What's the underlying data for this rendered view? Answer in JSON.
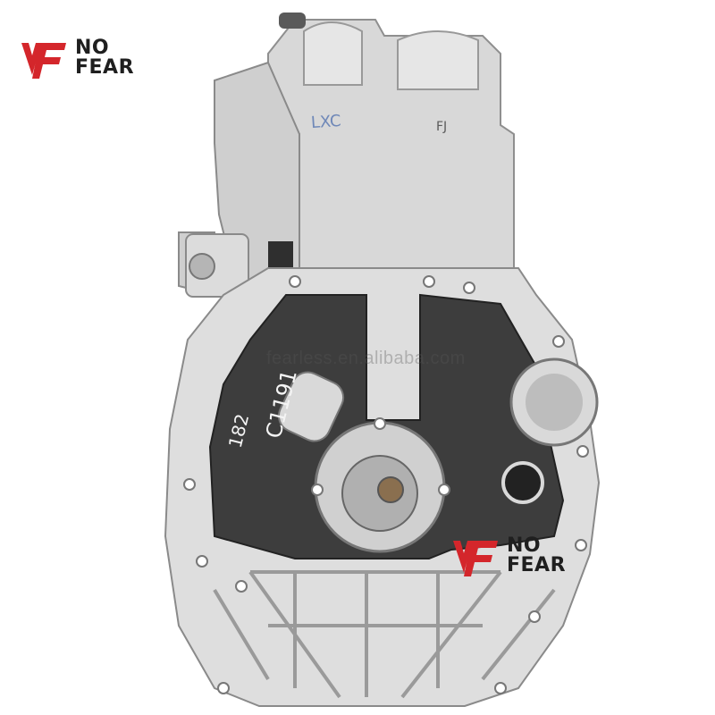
{
  "brand": {
    "line1": "NO",
    "line2": "FEAR",
    "accent_color": "#d4262b",
    "text_color": "#1f1f1f"
  },
  "watermark": "fearless.en.alibaba.com",
  "engravings": {
    "head_code": "LXC",
    "head_mark": "FJ",
    "block_mark_1": "C1191",
    "block_mark_2": "182"
  },
  "colors": {
    "aluminum": "#d6d6d6",
    "aluminum_shadow": "#9e9e9e",
    "cast_iron": "#3d3d3d",
    "background": "#ffffff"
  }
}
